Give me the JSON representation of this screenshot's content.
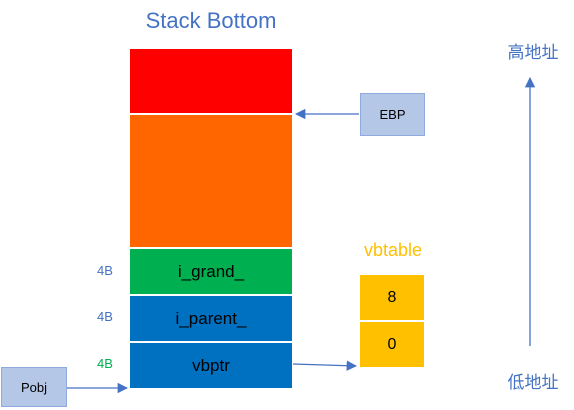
{
  "title": "Stack Bottom",
  "stack": {
    "block_grand": "i_grand_",
    "block_parent": "i_parent_",
    "block_vbptr": "vbptr"
  },
  "sizes": [
    "4B",
    "4B",
    "4B"
  ],
  "ebp_label": "EBP",
  "pobj_label": "Pobj",
  "vbtable": {
    "title": "vbtable",
    "values": [
      "8",
      "0"
    ]
  },
  "address": {
    "high": "高地址",
    "low": "低地址"
  },
  "colors": {
    "red": "#ff0000",
    "orange": "#ff6600",
    "green": "#00b050",
    "blue": "#0070c0",
    "yellow": "#ffc000",
    "arrow": "#4472c4"
  }
}
